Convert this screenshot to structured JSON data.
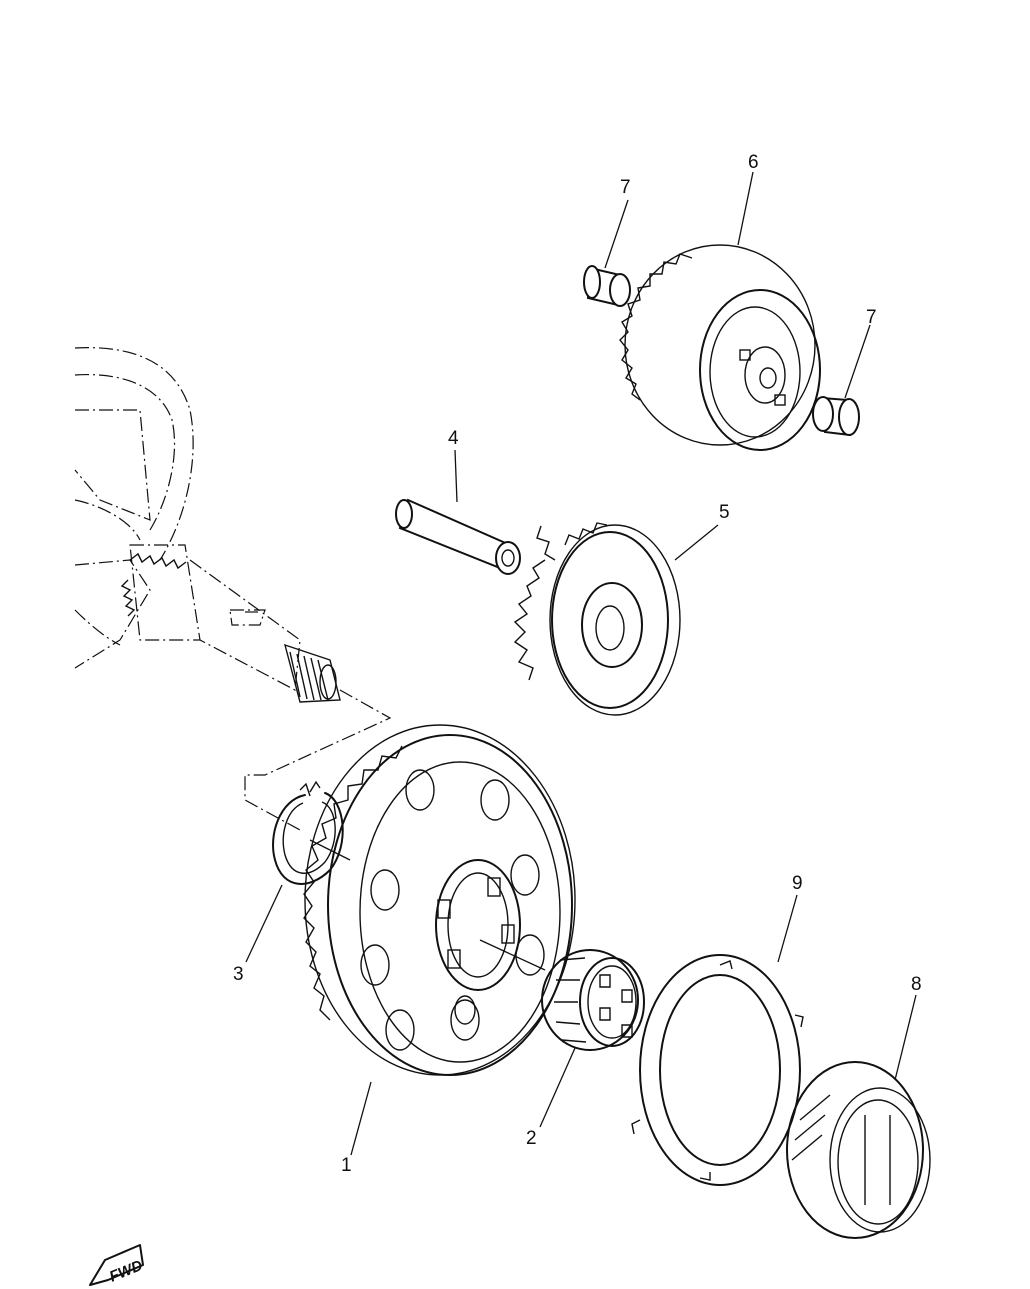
{
  "callouts": {
    "c1": "1",
    "c2": "2",
    "c3": "3",
    "c4": "4",
    "c5": "5",
    "c6": "6",
    "c7a": "7",
    "c7b": "7",
    "c8": "8",
    "c9": "9"
  },
  "fwd_label": "FWD"
}
